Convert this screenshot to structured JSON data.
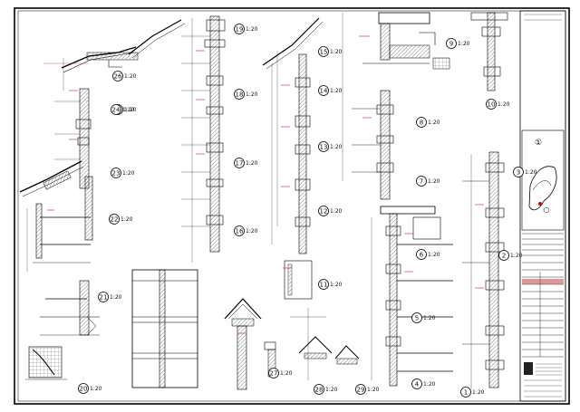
{
  "sheet": {
    "details": [
      {
        "num": "26",
        "scale": "1:20"
      },
      {
        "num": "25",
        "scale": "1:20"
      },
      {
        "num": "24",
        "scale": "1:20"
      },
      {
        "num": "23",
        "scale": "1:20"
      },
      {
        "num": "22",
        "scale": "1:20"
      },
      {
        "num": "21",
        "scale": "1:20"
      },
      {
        "num": "20",
        "scale": "1:20"
      },
      {
        "num": "19",
        "scale": "1:20"
      },
      {
        "num": "18",
        "scale": "1:20"
      },
      {
        "num": "17",
        "scale": "1:20"
      },
      {
        "num": "16",
        "scale": "1:20"
      },
      {
        "num": "15",
        "scale": "1:20"
      },
      {
        "num": "14",
        "scale": "1:20"
      },
      {
        "num": "13",
        "scale": "1:20"
      },
      {
        "num": "12",
        "scale": "1:20"
      },
      {
        "num": "11",
        "scale": "1:20"
      },
      {
        "num": "10",
        "scale": "1:20"
      },
      {
        "num": "9",
        "scale": "1:20"
      },
      {
        "num": "8",
        "scale": "1:20"
      },
      {
        "num": "7",
        "scale": "1:20"
      },
      {
        "num": "6",
        "scale": "1:20"
      },
      {
        "num": "5",
        "scale": "1:20"
      },
      {
        "num": "4",
        "scale": "1:20"
      },
      {
        "num": "3",
        "scale": "1:20"
      },
      {
        "num": "2",
        "scale": "1:20"
      },
      {
        "num": "1",
        "scale": "1:20"
      },
      {
        "num": "27",
        "scale": "1:20"
      },
      {
        "num": "28",
        "scale": "1:20"
      },
      {
        "num": "29",
        "scale": "1:20"
      }
    ],
    "key_plan_label": "①"
  }
}
